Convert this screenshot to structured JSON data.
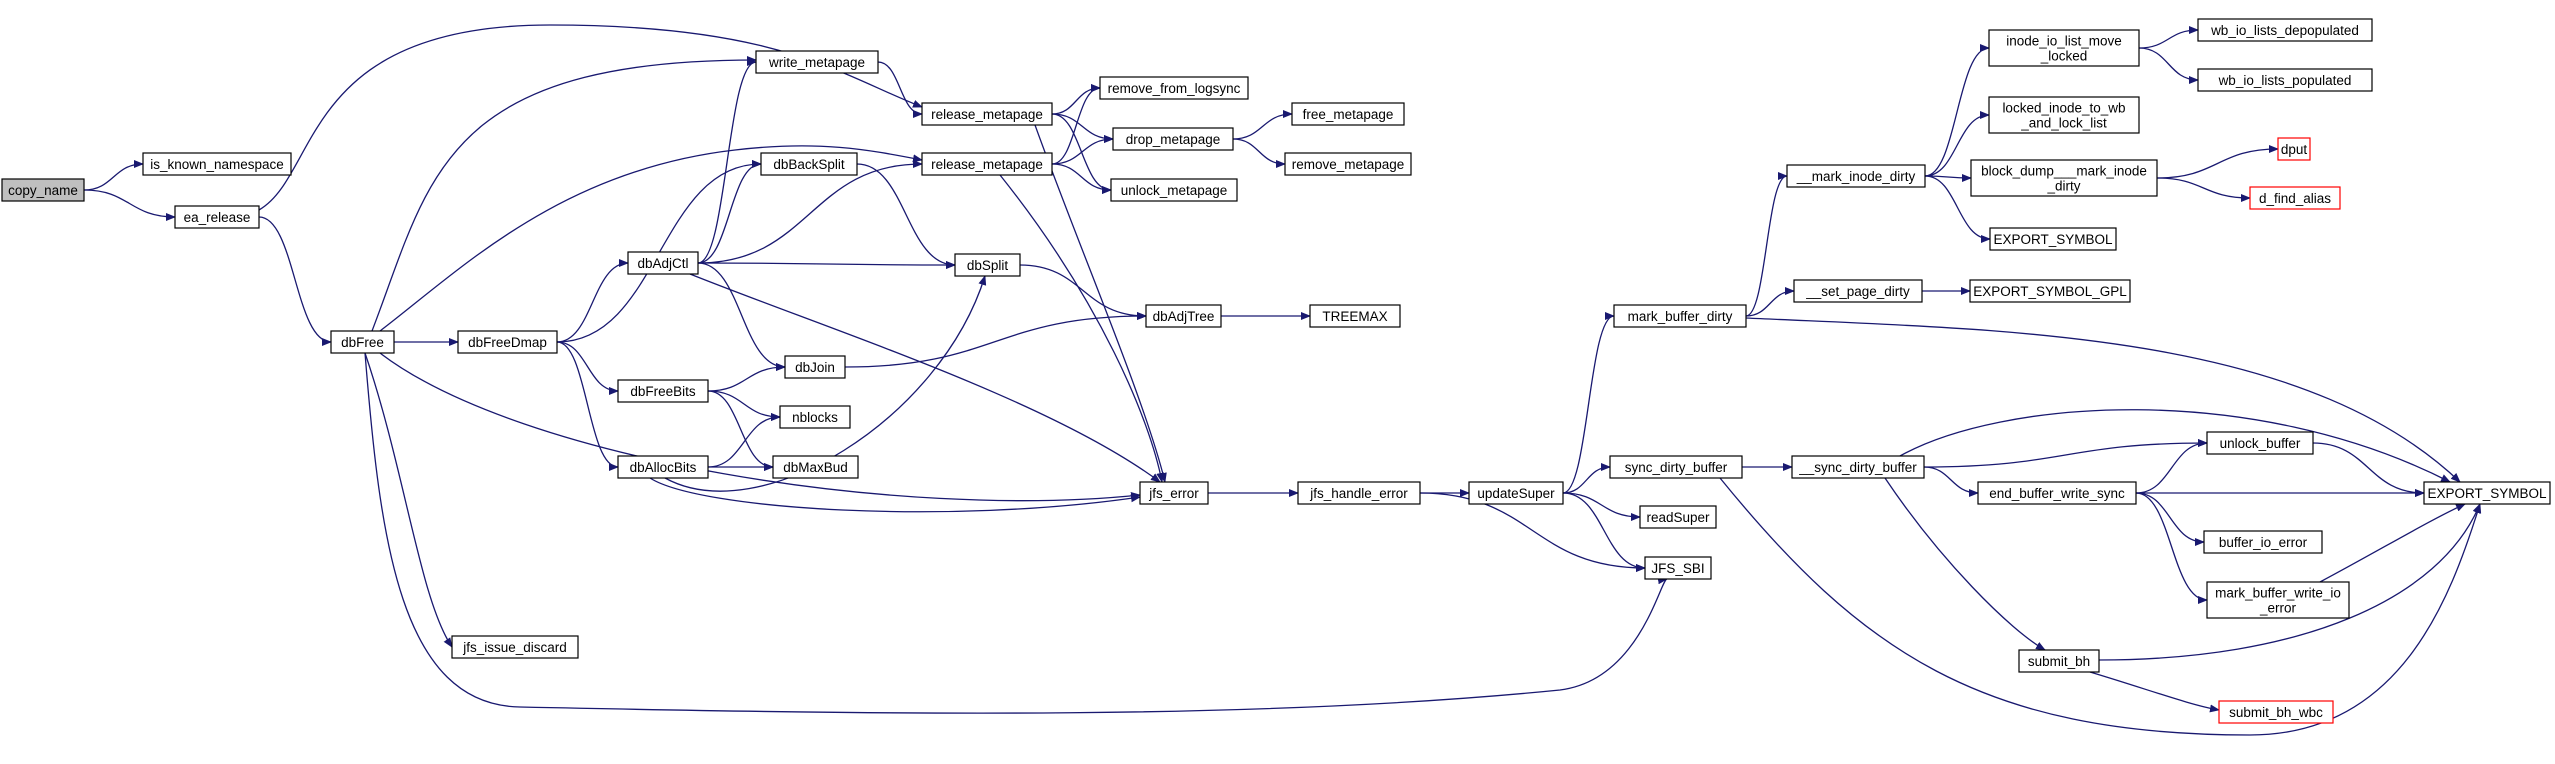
{
  "colors": {
    "edge": "#191970",
    "node_border": "#000000",
    "truncated_border": "#ff0000",
    "root_fill": "#bfbfbf",
    "node_fill": "#ffffff"
  },
  "nodes": [
    {
      "id": "copy_name",
      "lines": [
        "copy_name"
      ],
      "root": true
    },
    {
      "id": "is_known_namespace",
      "lines": [
        "is_known_namespace"
      ]
    },
    {
      "id": "ea_release",
      "lines": [
        "ea_release"
      ]
    },
    {
      "id": "dbFree",
      "lines": [
        "dbFree"
      ]
    },
    {
      "id": "write_metapage",
      "lines": [
        "write_metapage"
      ]
    },
    {
      "id": "dbFreeDmap",
      "lines": [
        "dbFreeDmap"
      ]
    },
    {
      "id": "jfs_issue_discard",
      "lines": [
        "jfs_issue_discard"
      ]
    },
    {
      "id": "dbAdjCtl",
      "lines": [
        "dbAdjCtl"
      ]
    },
    {
      "id": "dbBackSplit",
      "lines": [
        "dbBackSplit"
      ]
    },
    {
      "id": "dbFreeBits",
      "lines": [
        "dbFreeBits"
      ]
    },
    {
      "id": "dbAllocBits",
      "lines": [
        "dbAllocBits"
      ]
    },
    {
      "id": "dbJoin",
      "lines": [
        "dbJoin"
      ]
    },
    {
      "id": "nblocks",
      "lines": [
        "nblocks"
      ]
    },
    {
      "id": "dbMaxBud",
      "lines": [
        "dbMaxBud"
      ]
    },
    {
      "id": "release_metapage_1",
      "lines": [
        "release_metapage"
      ]
    },
    {
      "id": "release_metapage_2",
      "lines": [
        "release_metapage"
      ]
    },
    {
      "id": "dbSplit",
      "lines": [
        "dbSplit"
      ]
    },
    {
      "id": "remove_from_logsync",
      "lines": [
        "remove_from_logsync"
      ]
    },
    {
      "id": "drop_metapage",
      "lines": [
        "drop_metapage"
      ]
    },
    {
      "id": "unlock_metapage",
      "lines": [
        "unlock_metapage"
      ]
    },
    {
      "id": "free_metapage",
      "lines": [
        "free_metapage"
      ]
    },
    {
      "id": "remove_metapage",
      "lines": [
        "remove_metapage"
      ]
    },
    {
      "id": "dbAdjTree",
      "lines": [
        "dbAdjTree"
      ]
    },
    {
      "id": "TREEMAX",
      "lines": [
        "TREEMAX"
      ]
    },
    {
      "id": "jfs_error",
      "lines": [
        "jfs_error"
      ]
    },
    {
      "id": "jfs_handle_error",
      "lines": [
        "jfs_handle_error"
      ]
    },
    {
      "id": "updateSuper",
      "lines": [
        "updateSuper"
      ]
    },
    {
      "id": "mark_buffer_dirty",
      "lines": [
        "mark_buffer_dirty"
      ]
    },
    {
      "id": "sync_dirty_buffer",
      "lines": [
        "sync_dirty_buffer"
      ]
    },
    {
      "id": "readSuper",
      "lines": [
        "readSuper"
      ]
    },
    {
      "id": "JFS_SBI",
      "lines": [
        "JFS_SBI"
      ]
    },
    {
      "id": "__mark_inode_dirty",
      "lines": [
        "__mark_inode_dirty"
      ]
    },
    {
      "id": "__set_page_dirty",
      "lines": [
        "__set_page_dirty"
      ]
    },
    {
      "id": "EXPORT_SYMBOL_GPL",
      "lines": [
        "EXPORT_SYMBOL_GPL"
      ]
    },
    {
      "id": "inode_io_list_move_locked",
      "lines": [
        "inode_io_list_move",
        "_locked"
      ]
    },
    {
      "id": "locked_inode_to_wb_and_lock_list",
      "lines": [
        "locked_inode_to_wb",
        "_and_lock_list"
      ]
    },
    {
      "id": "block_dump___mark_inode_dirty",
      "lines": [
        "block_dump___mark_inode",
        "_dirty"
      ]
    },
    {
      "id": "EXPORT_SYMBOL_mid",
      "lines": [
        "EXPORT_SYMBOL"
      ]
    },
    {
      "id": "wb_io_lists_depopulated",
      "lines": [
        "wb_io_lists_depopulated"
      ]
    },
    {
      "id": "wb_io_lists_populated",
      "lines": [
        "wb_io_lists_populated"
      ]
    },
    {
      "id": "dput",
      "lines": [
        "dput"
      ],
      "truncated": true
    },
    {
      "id": "d_find_alias",
      "lines": [
        "d_find_alias"
      ],
      "truncated": true
    },
    {
      "id": "__sync_dirty_buffer",
      "lines": [
        "__sync_dirty_buffer"
      ]
    },
    {
      "id": "end_buffer_write_sync",
      "lines": [
        "end_buffer_write_sync"
      ]
    },
    {
      "id": "unlock_buffer",
      "lines": [
        "unlock_buffer"
      ]
    },
    {
      "id": "buffer_io_error",
      "lines": [
        "buffer_io_error"
      ]
    },
    {
      "id": "mark_buffer_write_io_error",
      "lines": [
        "mark_buffer_write_io",
        "_error"
      ]
    },
    {
      "id": "submit_bh",
      "lines": [
        "submit_bh"
      ]
    },
    {
      "id": "submit_bh_wbc",
      "lines": [
        "submit_bh_wbc"
      ],
      "truncated": true
    },
    {
      "id": "EXPORT_SYMBOL_right",
      "lines": [
        "EXPORT_SYMBOL"
      ]
    }
  ],
  "edges": [
    [
      "copy_name",
      "is_known_namespace"
    ],
    [
      "copy_name",
      "ea_release"
    ],
    [
      "ea_release",
      "dbFree"
    ],
    [
      "ea_release",
      "release_metapage_1"
    ],
    [
      "dbFree",
      "write_metapage"
    ],
    [
      "dbFree",
      "dbFreeDmap"
    ],
    [
      "dbFree",
      "release_metapage_2"
    ],
    [
      "dbFree",
      "jfs_error"
    ],
    [
      "dbFree",
      "jfs_issue_discard"
    ],
    [
      "dbFree",
      "JFS_SBI"
    ],
    [
      "write_metapage",
      "release_metapage_1"
    ],
    [
      "dbFreeDmap",
      "dbAdjCtl"
    ],
    [
      "dbFreeDmap",
      "dbBackSplit"
    ],
    [
      "dbFreeDmap",
      "dbFreeBits"
    ],
    [
      "dbFreeDmap",
      "dbAllocBits"
    ],
    [
      "dbAdjCtl",
      "write_metapage"
    ],
    [
      "dbAdjCtl",
      "dbBackSplit"
    ],
    [
      "dbAdjCtl",
      "release_metapage_2"
    ],
    [
      "dbAdjCtl",
      "dbSplit"
    ],
    [
      "dbAdjCtl",
      "dbJoin"
    ],
    [
      "dbAdjCtl",
      "jfs_error"
    ],
    [
      "dbBackSplit",
      "dbSplit"
    ],
    [
      "dbFreeBits",
      "dbJoin"
    ],
    [
      "dbFreeBits",
      "nblocks"
    ],
    [
      "dbFreeBits",
      "dbMaxBud"
    ],
    [
      "dbAllocBits",
      "nblocks"
    ],
    [
      "dbAllocBits",
      "dbMaxBud"
    ],
    [
      "dbAllocBits",
      "dbSplit"
    ],
    [
      "dbAllocBits",
      "jfs_error"
    ],
    [
      "dbJoin",
      "dbAdjTree"
    ],
    [
      "dbSplit",
      "dbAdjTree"
    ],
    [
      "dbAdjTree",
      "TREEMAX"
    ],
    [
      "release_metapage_1",
      "remove_from_logsync"
    ],
    [
      "release_metapage_1",
      "drop_metapage"
    ],
    [
      "release_metapage_1",
      "unlock_metapage"
    ],
    [
      "release_metapage_1",
      "jfs_error"
    ],
    [
      "release_metapage_2",
      "remove_from_logsync"
    ],
    [
      "release_metapage_2",
      "drop_metapage"
    ],
    [
      "release_metapage_2",
      "unlock_metapage"
    ],
    [
      "release_metapage_2",
      "jfs_error"
    ],
    [
      "drop_metapage",
      "free_metapage"
    ],
    [
      "drop_metapage",
      "remove_metapage"
    ],
    [
      "jfs_error",
      "jfs_handle_error"
    ],
    [
      "jfs_handle_error",
      "updateSuper"
    ],
    [
      "jfs_handle_error",
      "JFS_SBI"
    ],
    [
      "updateSuper",
      "mark_buffer_dirty"
    ],
    [
      "updateSuper",
      "sync_dirty_buffer"
    ],
    [
      "updateSuper",
      "readSuper"
    ],
    [
      "updateSuper",
      "JFS_SBI"
    ],
    [
      "mark_buffer_dirty",
      "__mark_inode_dirty"
    ],
    [
      "mark_buffer_dirty",
      "__set_page_dirty"
    ],
    [
      "mark_buffer_dirty",
      "EXPORT_SYMBOL_right"
    ],
    [
      "__set_page_dirty",
      "EXPORT_SYMBOL_GPL"
    ],
    [
      "__mark_inode_dirty",
      "inode_io_list_move_locked"
    ],
    [
      "__mark_inode_dirty",
      "locked_inode_to_wb_and_lock_list"
    ],
    [
      "__mark_inode_dirty",
      "block_dump___mark_inode_dirty"
    ],
    [
      "__mark_inode_dirty",
      "EXPORT_SYMBOL_mid"
    ],
    [
      "inode_io_list_move_locked",
      "wb_io_lists_depopulated"
    ],
    [
      "inode_io_list_move_locked",
      "wb_io_lists_populated"
    ],
    [
      "block_dump___mark_inode_dirty",
      "dput"
    ],
    [
      "block_dump___mark_inode_dirty",
      "d_find_alias"
    ],
    [
      "sync_dirty_buffer",
      "__sync_dirty_buffer"
    ],
    [
      "sync_dirty_buffer",
      "EXPORT_SYMBOL_right"
    ],
    [
      "__sync_dirty_buffer",
      "unlock_buffer"
    ],
    [
      "__sync_dirty_buffer",
      "end_buffer_write_sync"
    ],
    [
      "__sync_dirty_buffer",
      "submit_bh"
    ],
    [
      "__sync_dirty_buffer",
      "EXPORT_SYMBOL_right"
    ],
    [
      "end_buffer_write_sync",
      "unlock_buffer"
    ],
    [
      "end_buffer_write_sync",
      "buffer_io_error"
    ],
    [
      "end_buffer_write_sync",
      "mark_buffer_write_io_error"
    ],
    [
      "end_buffer_write_sync",
      "EXPORT_SYMBOL_right"
    ],
    [
      "unlock_buffer",
      "EXPORT_SYMBOL_right"
    ],
    [
      "mark_buffer_write_io_error",
      "EXPORT_SYMBOL_right"
    ],
    [
      "submit_bh",
      "submit_bh_wbc"
    ],
    [
      "submit_bh",
      "EXPORT_SYMBOL_right"
    ]
  ]
}
